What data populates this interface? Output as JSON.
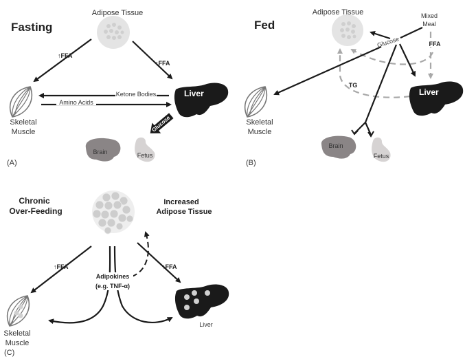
{
  "panel_a": {
    "title": "Fasting",
    "tag": "(A)",
    "adipose": "Adipose Tissue",
    "ffa_left": "↑FFA",
    "ffa_right": "↑FFA",
    "liver": "Liver",
    "muscle_line1": "Skeletal",
    "muscle_line2": "Muscle",
    "ketone": "Ketone Bodies",
    "amino": "Amino Acids",
    "glucose": "Glucose",
    "brain": "Brain",
    "fetus": "Fetus"
  },
  "panel_b": {
    "title": "Fed",
    "tag": "(B)",
    "adipose": "Adipose Tissue",
    "meal_line1": "Mixed",
    "meal_line2": "Meal",
    "glucose": "Glucose",
    "ffa": "FFA",
    "tg": "TG",
    "liver": "Liver",
    "muscle_line1": "Skeletal",
    "muscle_line2": "Muscle",
    "brain": "Brain",
    "fetus": "Fetus"
  },
  "panel_c": {
    "title_line1": "Chronic",
    "title_line2": "Over-Feeding",
    "tag": "(C)",
    "adipose_line1": "Increased",
    "adipose_line2": "Adipose Tissue",
    "ffa_left": "↑FFA",
    "ffa_right": "↑FFA",
    "adipokines_line1": "Adipokines",
    "adipokines_line2": "(e.g. TNF-α)",
    "liver": "Liver",
    "muscle_line1": "Skeletal",
    "muscle_line2": "Muscle"
  },
  "colors": {
    "black_arrow": "#1a1a1a",
    "dashed_arrow": "#a8a8a8",
    "adipose": "#e4e4e4",
    "brain": "#8a8586",
    "fetus": "#d6d3d3"
  }
}
